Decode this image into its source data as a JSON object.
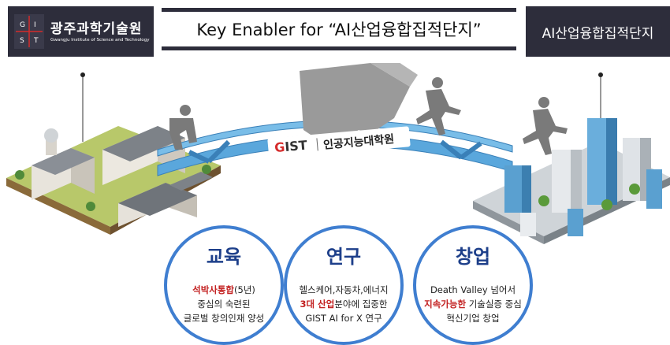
{
  "header": {
    "logo": {
      "institute_name_kr": "광주과학기술원",
      "institute_name_en": "Gwangju Institute of Science and Technology",
      "mark_letters": "G I S T"
    },
    "title": "Key Enabler for “AI산업융합집적단지”",
    "right_label": "AI산업융합집적단지"
  },
  "bridge": {
    "label_gist": "GIST",
    "label_kr": "인공지능대학원"
  },
  "circles": [
    {
      "title": "교육",
      "lines": [
        [
          {
            "t": "석박사통합",
            "hl": true
          },
          {
            "t": "(5년)",
            "hl": false
          }
        ],
        [
          {
            "t": "중심의 숙련된",
            "hl": false
          }
        ],
        [
          {
            "t": "글로벌 창의인재 양성",
            "hl": false
          }
        ]
      ]
    },
    {
      "title": "연구",
      "lines": [
        [
          {
            "t": "헬스케어,자동차,에너지",
            "hl": false
          }
        ],
        [
          {
            "t": "3대 산업",
            "hl": true
          },
          {
            "t": "분야에 집중한",
            "hl": false
          }
        ],
        [
          {
            "t": "GIST AI for X 연구",
            "hl": false
          }
        ]
      ]
    },
    {
      "title": "창업",
      "lines": [
        [
          {
            "t": "Death Valley 넘어서",
            "hl": false
          }
        ],
        [
          {
            "t": "지속가능한",
            "hl": true
          },
          {
            "t": " 기술실증 중심",
            "hl": false
          }
        ],
        [
          {
            "t": "혁신기업 창업",
            "hl": false
          }
        ]
      ]
    }
  ],
  "colors": {
    "header_dark": "#2d2d3b",
    "circle_border": "#3f7ed0",
    "circle_title": "#1d3f8a",
    "highlight_red": "#c32121",
    "bridge_blue": "#5aa7dc"
  }
}
